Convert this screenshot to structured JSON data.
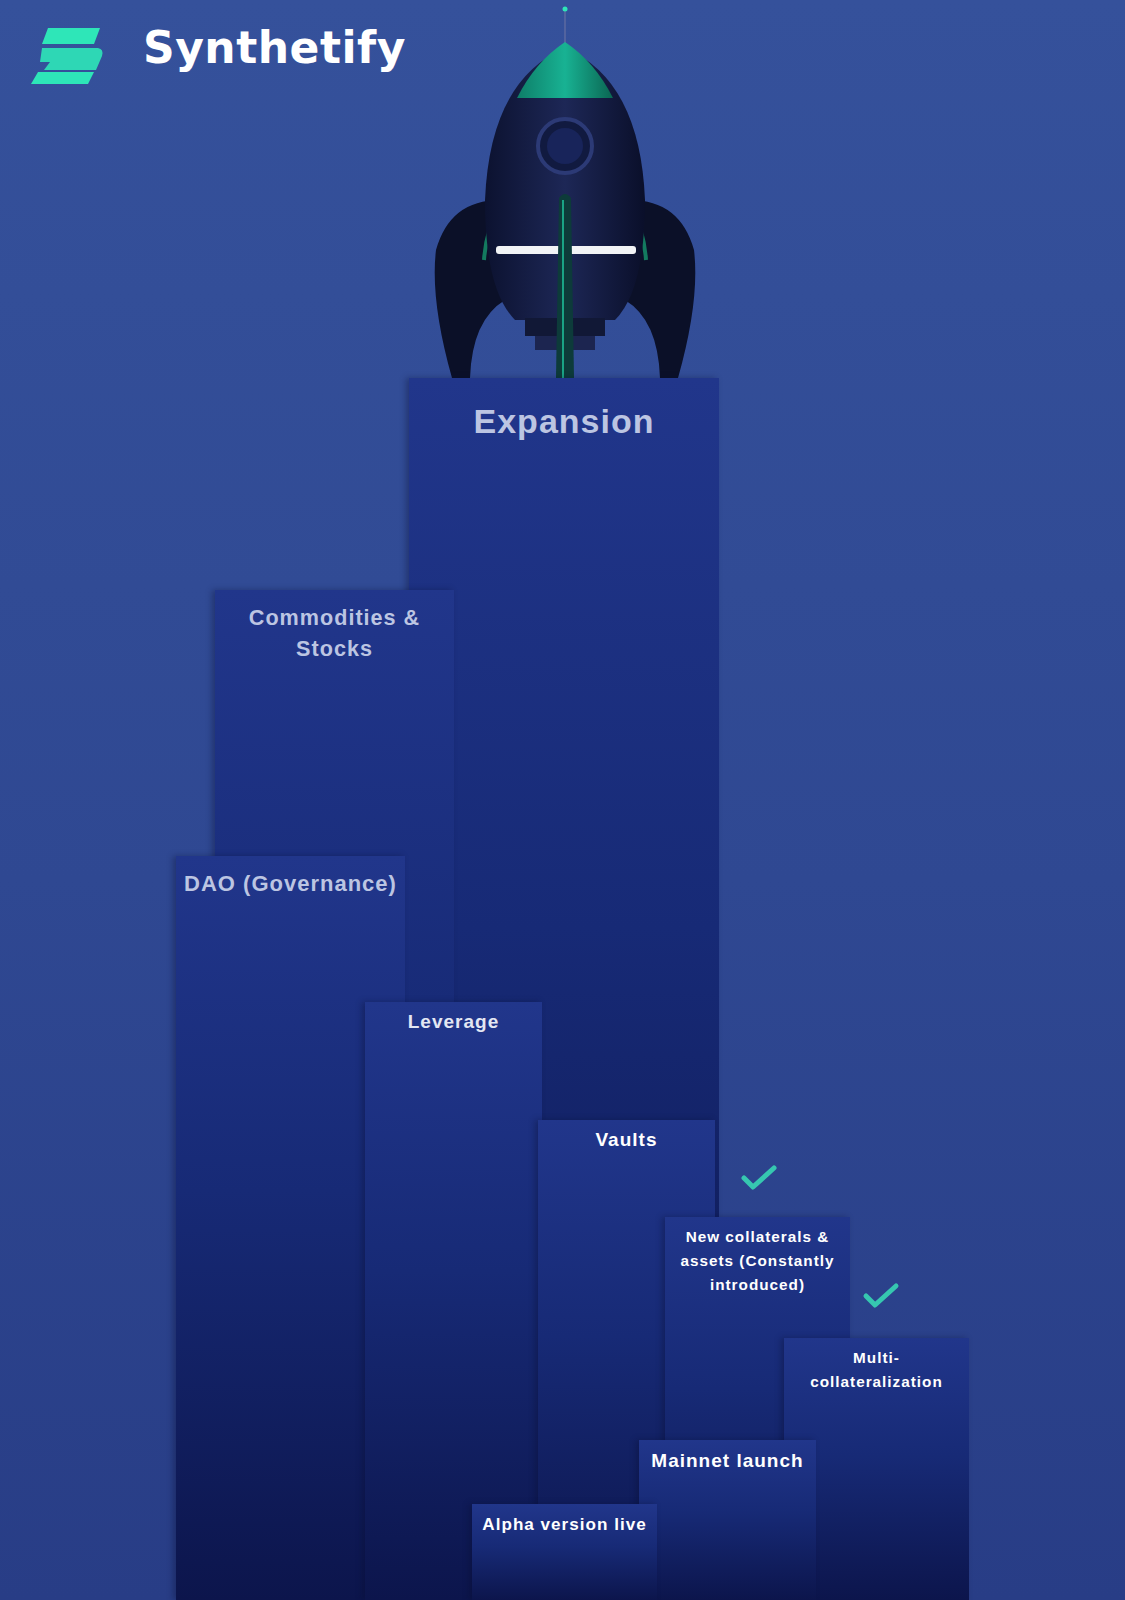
{
  "diagram": {
    "title": "Synthetify",
    "nodes": [
      {
        "text": [
          "Expansion"
        ]
      },
      {
        "text": [
          "Commodities & Stocks"
        ]
      },
      {
        "text": [
          "DAO (Governance)"
        ]
      },
      {
        "text": [
          "Leverage"
        ]
      },
      {
        "text": [
          "Vaults"
        ]
      },
      {
        "text": [
          "New collaterals & assets (Constantly introduced)"
        ]
      },
      {
        "text": [
          "Multi-collateralization"
        ]
      },
      {
        "text": [
          "Mainnet launch"
        ]
      },
      {
        "text": [
          "Alpha version live"
        ]
      }
    ]
  }
}
